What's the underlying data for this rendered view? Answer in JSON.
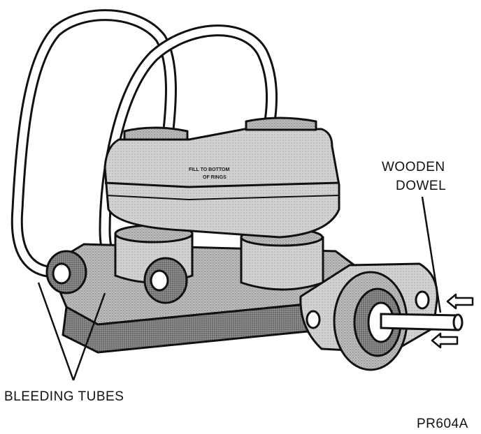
{
  "labels": {
    "wooden_dowel_line1": "WOODEN",
    "wooden_dowel_line2": "DOWEL",
    "bleeding_tubes": "BLEEDING TUBES",
    "figure_code": "PR604A",
    "reservoir_text_line1": "FILL TO BOTTOM",
    "reservoir_text_line2": "OF RINGS"
  },
  "colors": {
    "ink": "#111111",
    "body_fill": "#b9b9b9",
    "light_fill": "#d4d4d4",
    "dark_fill": "#8f8f8f",
    "paper": "#ffffff"
  }
}
